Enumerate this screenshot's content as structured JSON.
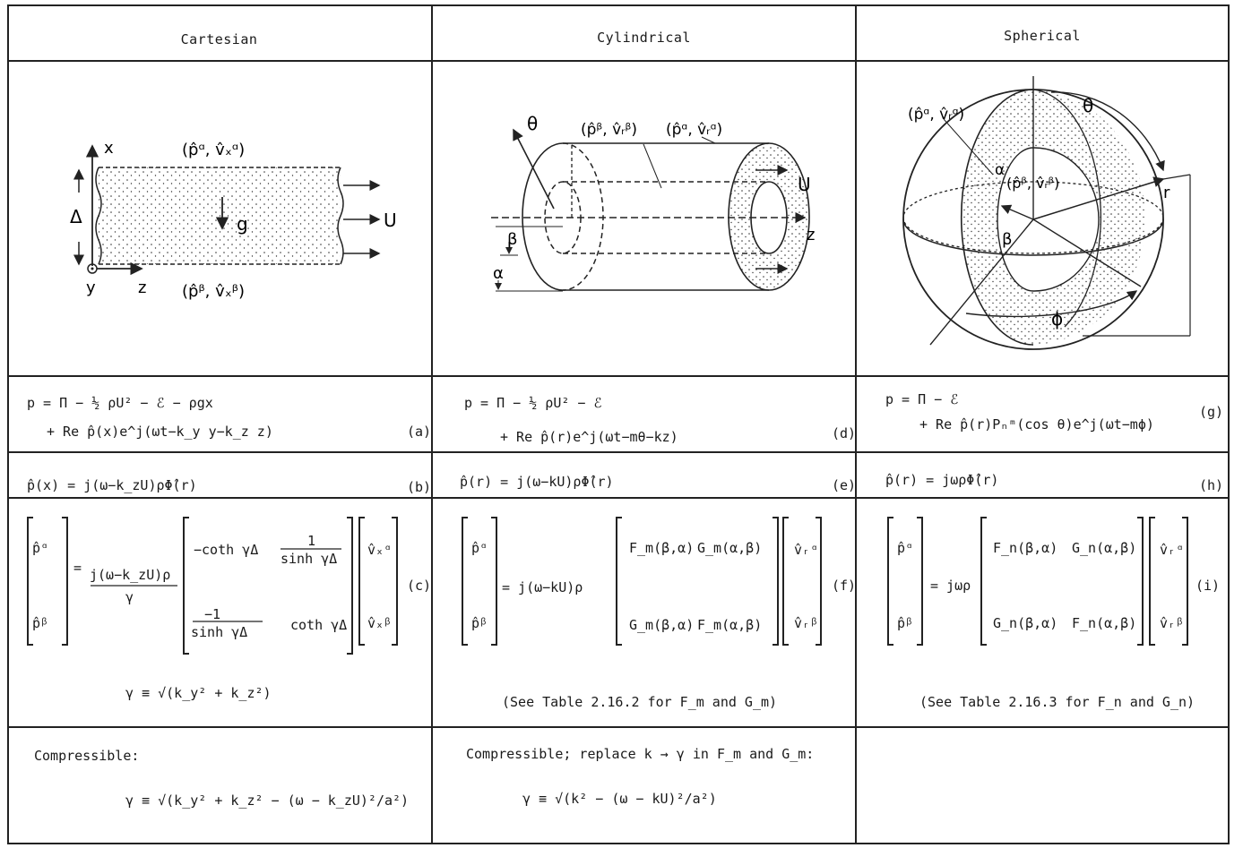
{
  "headers": {
    "cartesian": "Cartesian",
    "cylindrical": "Cylindrical",
    "spherical": "Spherical"
  },
  "figures": {
    "cartesian": {
      "x": "x",
      "y": "y",
      "z": "z",
      "delta": "Δ",
      "g": "g",
      "U": "U",
      "top": "(p̂ᵅ, v̂ₓᵅ)",
      "bottom": "(p̂ᵝ, v̂ₓᵝ)"
    },
    "cylindrical": {
      "theta": "θ",
      "beta": "β",
      "alpha": "α",
      "U": "U",
      "z": "z",
      "inner": "(p̂ᵝ, v̂ᵣᵝ)",
      "outer": "(p̂ᵅ, v̂ᵣᵅ)"
    },
    "spherical": {
      "theta": "θ",
      "phi": "ϕ",
      "r": "r",
      "alpha": "α",
      "beta": "β",
      "outer": "(p̂ᵅ, v̂ᵣᵅ)",
      "inner": "(p̂ᵝ, v̂ᵣᵝ)"
    }
  },
  "row1": {
    "a_line1": "p = Π − ½ ρU² − ℰ − ρgx",
    "a_line2": "+ Re p̂(x)e^j(ωt−k_y y−k_z z)",
    "a_tag": "(a)",
    "d_line1": "p = Π − ½ ρU² − ℰ",
    "d_line2": "+ Re p̂(r)e^j(ωt−mθ−kz)",
    "d_tag": "(d)",
    "g_line1": "p = Π − ℰ",
    "g_line2": "+ Re p̂(r)Pₙᵐ(cos θ)e^j(ωt−mϕ)",
    "g_tag": "(g)"
  },
  "row2": {
    "b": "p̂(x) = j(ω−k_zU)ρΦ̂(r)",
    "b_tag": "(b)",
    "e": "p̂(r) = j(ω−kU)ρΦ̂(r)",
    "e_tag": "(e)",
    "h": "p̂(r) = jωρΦ̂(r)",
    "h_tag": "(h)"
  },
  "row3": {
    "c_left_top": "p̂ᵅ",
    "c_left_bot": "p̂ᵝ",
    "c_factor_num": "j(ω−k_zU)ρ",
    "c_factor_den": "γ",
    "c_m11": "−coth γΔ",
    "c_m12_num": "1",
    "c_m12_den": "sinh γΔ",
    "c_m21_num": "−1",
    "c_m21_den": "sinh γΔ",
    "c_m22": "coth γΔ",
    "c_v_top": "v̂ₓᵅ",
    "c_v_bot": "v̂ₓᵝ",
    "c_tag": "(c)",
    "c_gamma": "γ ≡ √(k_y² + k_z²)",
    "f_left_top": "p̂ᵅ",
    "f_left_bot": "p̂ᵝ",
    "f_factor": "= j(ω−kU)ρ",
    "f_m11": "F_m(β,α)",
    "f_m12": "G_m(α,β)",
    "f_m21": "G_m(β,α)",
    "f_m22": "F_m(α,β)",
    "f_v_top": "v̂ᵣᵅ",
    "f_v_bot": "v̂ᵣᵝ",
    "f_tag": "(f)",
    "f_note": "(See Table 2.16.2 for F_m and G_m)",
    "i_left_top": "p̂ᵅ",
    "i_left_bot": "p̂ᵝ",
    "i_factor": "= jωρ",
    "i_m11": "F_n(β,α)",
    "i_m12": "G_n(α,β)",
    "i_m21": "G_n(β,α)",
    "i_m22": "F_n(α,β)",
    "i_v_top": "v̂ᵣᵅ",
    "i_v_bot": "v̂ᵣᵝ",
    "i_tag": "(i)",
    "i_note": "(See Table 2.16.3 for F_n and G_n)"
  },
  "row4": {
    "cart_label": "Compressible:",
    "cart_eq": "γ ≡ √(k_y² + k_z² − (ω − k_zU)²/a²)",
    "cyl_label": "Compressible; replace k → γ in F_m and G_m:",
    "cyl_eq": "γ ≡ √(k² − (ω − kU)²/a²)"
  }
}
